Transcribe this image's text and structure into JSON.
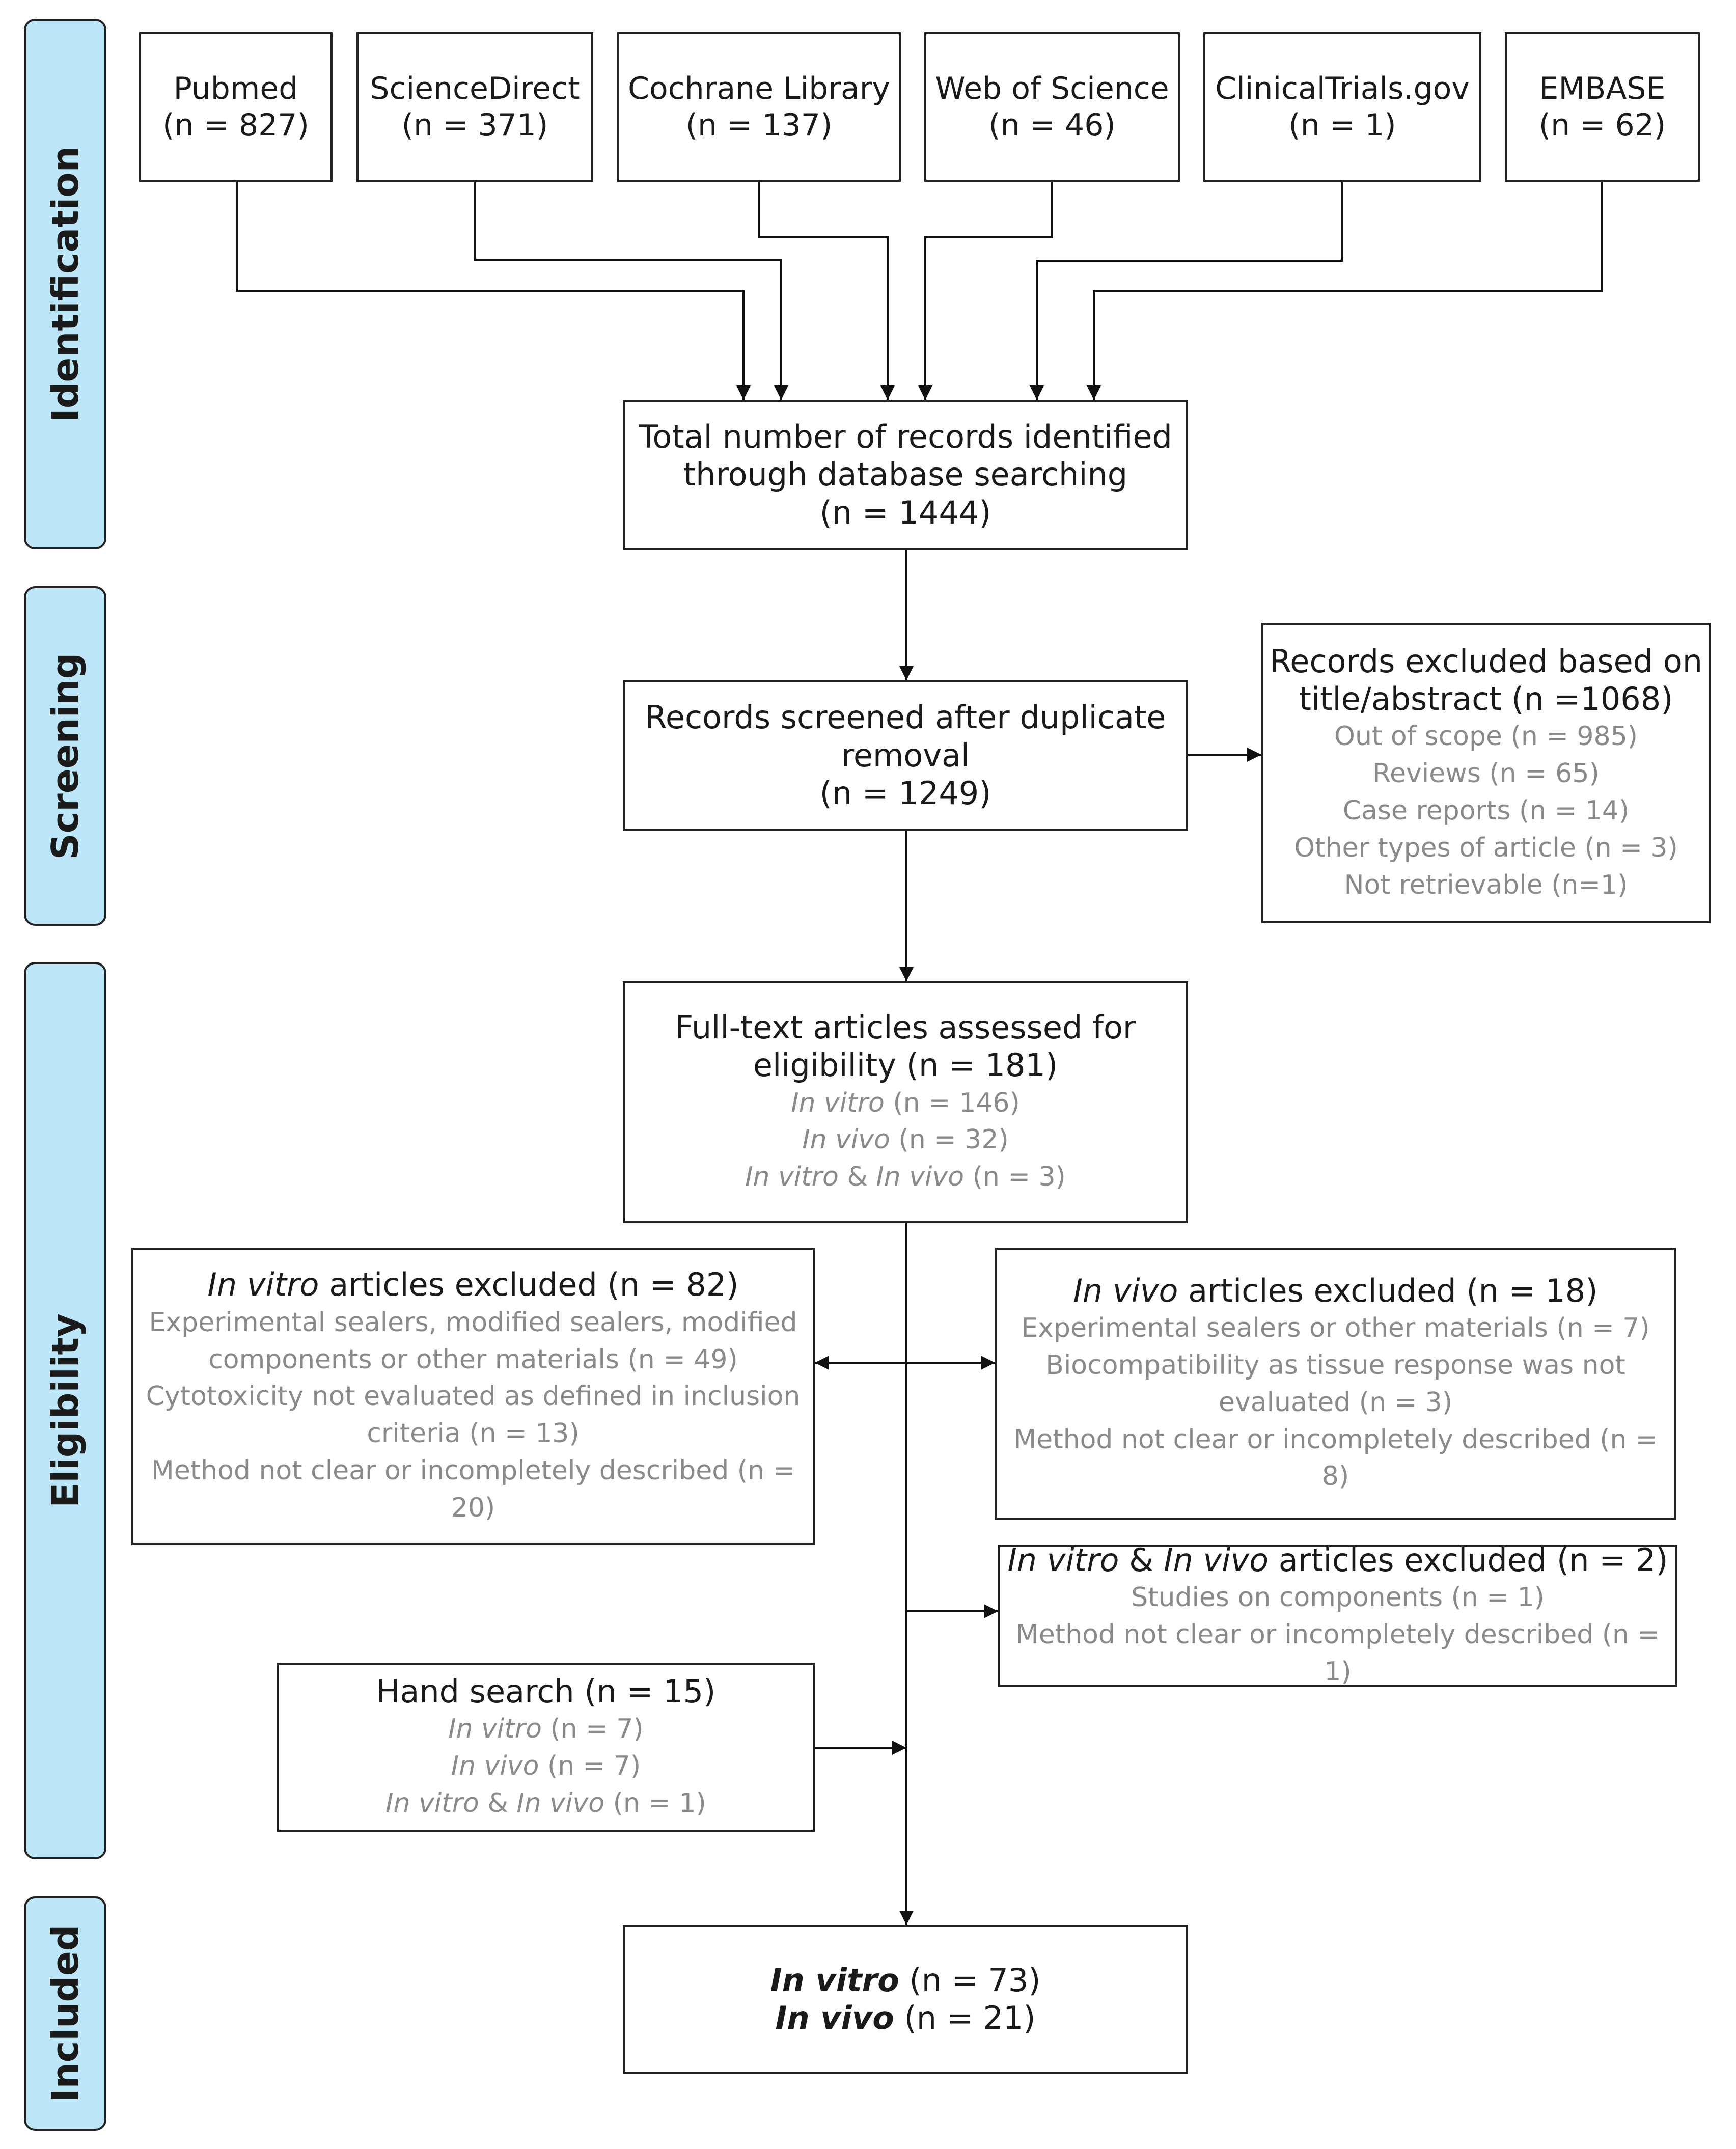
{
  "phases": {
    "identification": "Identification",
    "screening": "Screening",
    "eligibility": "Eligibility",
    "included": "Included"
  },
  "sources": [
    {
      "name": "Pubmed",
      "count": "(n = 827)"
    },
    {
      "name": "ScienceDirect",
      "count": "(n = 371)"
    },
    {
      "name": "Cochrane Library",
      "count": "(n = 137)"
    },
    {
      "name": "Web of Science",
      "count": "(n = 46)"
    },
    {
      "name": "ClinicalTrials.gov",
      "count": "(n = 1)"
    },
    {
      "name": "EMBASE",
      "count": "(n = 62)"
    }
  ],
  "total": {
    "line1": "Total number of records identified",
    "line2": "through database searching",
    "line3": "(n = 1444)"
  },
  "screened": {
    "line1": "Records screened after duplicate",
    "line2": "removal",
    "line3": "(n = 1249)"
  },
  "excluded_title": {
    "line1": "Records excluded based on",
    "line2": "title/abstract (n =1068)",
    "items": [
      "Out of scope (n = 985)",
      "Reviews (n = 65)",
      "Case reports (n = 14)",
      "Other types of article (n = 3)",
      "Not retrievable (n=1)"
    ]
  },
  "fulltext": {
    "line1": "Full-text articles assessed for",
    "line2": "eligibility (n = 181)",
    "invitro_label": "In vitro",
    "invitro_count": " (n = 146)",
    "invivo_label": "In vivo",
    "invivo_count": " (n = 32)",
    "both_a": "In vitro",
    "both_amp": " & ",
    "both_b": "In vivo",
    "both_count": " (n = 3)"
  },
  "invitro_excluded": {
    "title_italic": "In vitro",
    "title_rest": " articles excluded (n = 82)",
    "items": [
      "Experimental sealers, modified sealers, modified",
      "components or other materials (n = 49)",
      "Cytotoxicity not evaluated as defined in inclusion",
      "criteria (n = 13)",
      "Method not clear or incompletely described (n = 20)"
    ]
  },
  "invivo_excluded": {
    "title_italic": "In vivo",
    "title_rest": " articles excluded (n = 18)",
    "items": [
      "Experimental sealers or other materials (n = 7)",
      "Biocompatibility as tissue response was not",
      "evaluated (n = 3)",
      "Method not clear or incompletely described (n = 8)"
    ]
  },
  "both_excluded": {
    "title_a": "In vitro",
    "title_amp": " & ",
    "title_b": "In vivo",
    "title_rest": " articles excluded (n = 2)",
    "items": [
      "Studies on components (n = 1)",
      "Method not clear or incompletely described (n = 1)"
    ]
  },
  "hand_search": {
    "title": "Hand search (n = 15)",
    "invitro_label": "In vitro",
    "invitro_count": " (n = 7)",
    "invivo_label": "In vivo",
    "invivo_count": " (n = 7)",
    "both_a": "In vitro",
    "both_amp": " & ",
    "both_b": "In vivo",
    "both_count": " (n = 1)"
  },
  "included": {
    "invitro_label": "In vitro",
    "invitro_count": " (n = 73)",
    "invivo_label": "In vivo",
    "invivo_count": " (n = 21)"
  }
}
